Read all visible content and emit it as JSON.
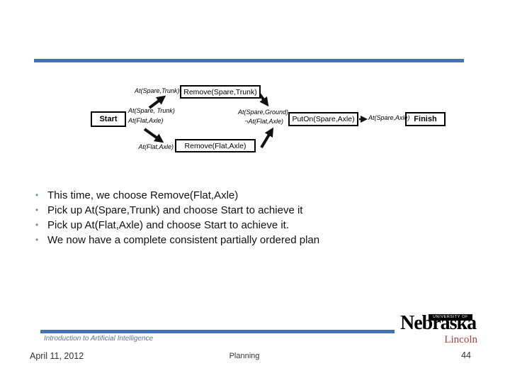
{
  "slide": {
    "bullet_char": "•",
    "bullets": [
      "This time, we choose Remove(Flat,Axle)",
      "Pick up At(Spare,Trunk) and choose Start to achieve it",
      "Pick up At(Flat,Axle) and choose Start to achieve it.",
      "We now have a complete consistent partially ordered plan"
    ],
    "diagram": {
      "boxes": {
        "start": "Start",
        "remove_spare_trunk": "Remove(Spare,Trunk)",
        "remove_flat_axle": "Remove(Flat,Axle)",
        "puton_spare_axle": "PutOn(Spare,Axle)",
        "finish": "Finish"
      },
      "labels": {
        "pre_remove_spare_trunk": "At(Spare,Trunk)",
        "start_effect_top": "At(Spare, Trunk)",
        "start_effect_bottom": "At(Flat,Axle)",
        "pre_remove_flat_axle": "At(Flat,Axle)",
        "pre_puton_top": "At(Spare,Ground)",
        "pre_puton_bottom": "¬At(Flat,Axle)",
        "pre_finish": "At(Spare,Axle)"
      }
    },
    "footer": {
      "course": "Introduction to Artificial Intelligence",
      "date": "April 11, 2012",
      "section": "Planning",
      "page_number": "44"
    },
    "logo": {
      "name": "Nebraska",
      "tagline": "UNIVERSITY OF",
      "city": "Lincoln"
    },
    "colors": {
      "accent": "#4472b4",
      "bullet_dot": "#7a8ba8",
      "footer_text": "#5d739c",
      "logo_red": "#ad3f42"
    }
  }
}
